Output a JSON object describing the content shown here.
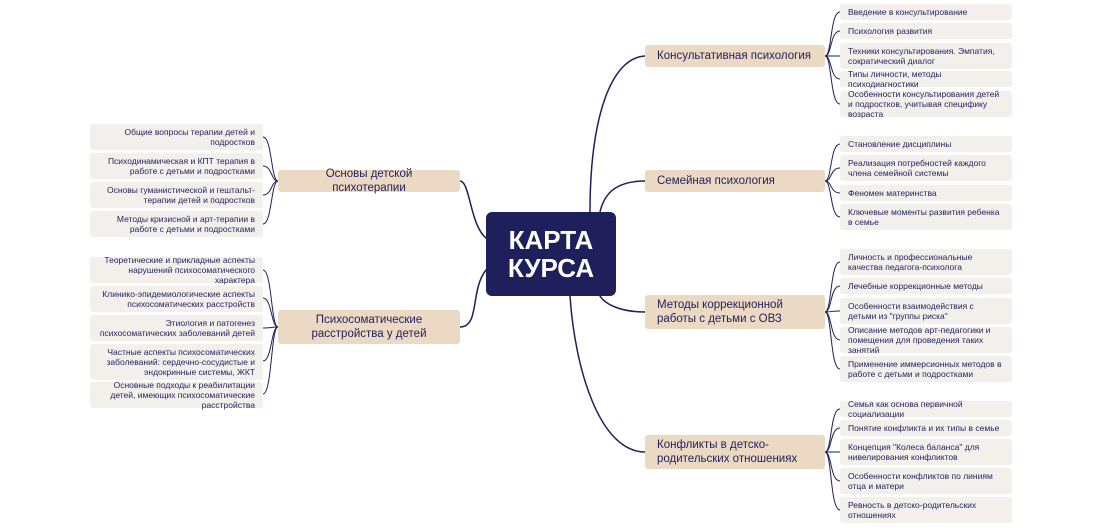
{
  "center": {
    "title": "КАРТА\nКУРСА"
  },
  "colors": {
    "navy": "#1f1f5c",
    "branch_fill": "#ecd9c4",
    "leaf_fill": "#f3f0ec"
  },
  "branches": {
    "consult": {
      "label": "Консультативная психология",
      "items": [
        "Введение в консультирование",
        "Психология развития",
        "Техники консультирования. Эмпатия, сократический диалог",
        "Типы личности, методы психодиагностики",
        "Особенности консультирования детей и подростков, учитывая специфику возраста"
      ]
    },
    "family": {
      "label": "Семейная психология",
      "items": [
        "Становление дисциплины",
        "Реализация потребностей каждого члена семейной системы",
        "Феномен материнства",
        "Ключевые моменты развития ребенка в семье"
      ]
    },
    "correction": {
      "label": "Методы коррекционной работы с детьми с ОВЗ",
      "items": [
        "Личность и профессиональные качества педагога-психолога",
        "Лечебные коррекционные методы",
        "Особенности взаимодействия с детьми из \"группы риска\"",
        "Описание методов арт-педагогики и помещения для проведения таких занятий",
        "Применение иммерсионных методов в работе с детьми и подростками"
      ]
    },
    "conflicts": {
      "label": "Конфликты в детско-родительских отношениях",
      "items": [
        "Семья как основа первичной социализации",
        "Понятие конфликта и их типы в семье",
        "Концепция \"Колеса баланса\" для нивелирования конфликтов",
        "Особенности конфликтов по линиям отца и матери",
        "Ревность в детско-родительских отношениях"
      ]
    },
    "therapy": {
      "label": "Основы детской психотерапии",
      "items": [
        "Общие вопросы терапии детей и подростков",
        "Психодинамическая и КПТ терапия в работе с детьми и подростками",
        "Основы гуманистической и гештальт-терапии детей и подростков",
        "Методы кризисной и арт-терапии в работе с детьми и подростками"
      ]
    },
    "psychosomatic": {
      "label": "Психосоматические расстройства у детей",
      "items": [
        "Теоретические и прикладные аспекты нарушений психосоматического характера",
        "Клинико-эпидемиологические аспекты психосоматических расстройств",
        "Этиология и патогенез психосоматических заболеваний детей",
        "Частные аспекты психосоматических заболеваний: сердечно-сосудистые и эндокринные системы, ЖКТ",
        "Основные подходы к реабилитации детей, имеющих психосоматические расстройства"
      ]
    }
  }
}
